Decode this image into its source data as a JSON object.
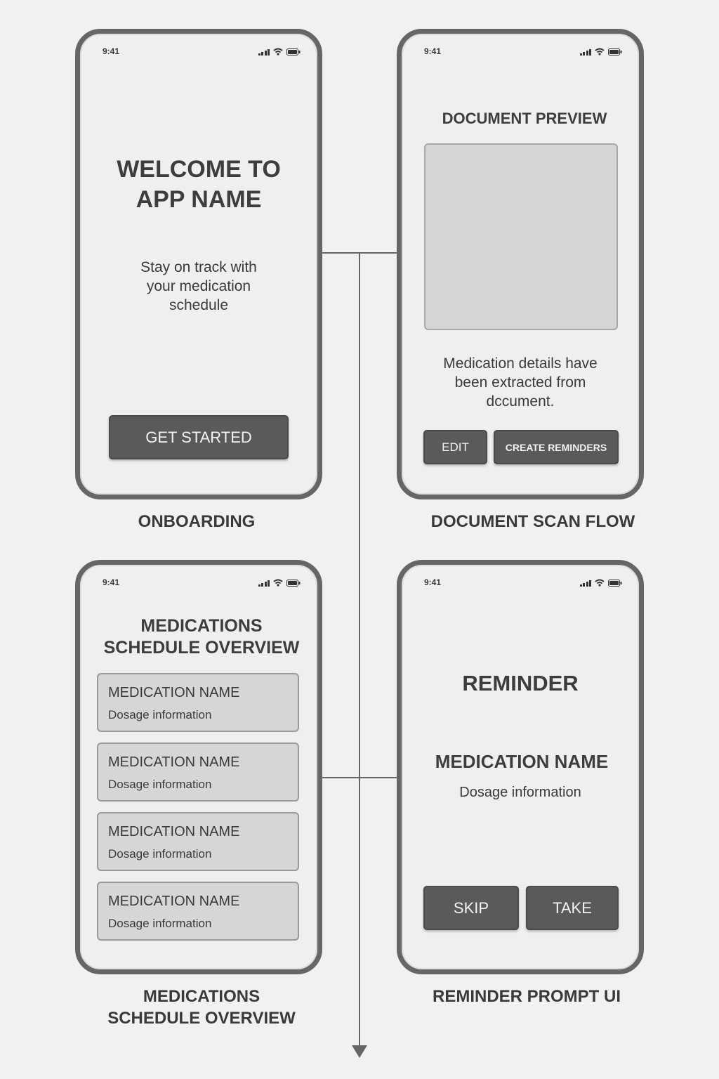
{
  "status_time": "9:41",
  "onboarding": {
    "title_line1": "WELCOME TO",
    "title_line2": "APP NAME",
    "subtitle_line1": "Stay on track with",
    "subtitle_line2": "your medication",
    "subtitle_line3": "schedule",
    "button_label": "GET STARTED",
    "caption": "ONBOARDING"
  },
  "document_scan": {
    "title": "DOCUMENT PREVIEW",
    "message_line1": "Medication details have",
    "message_line2": "been extracted from",
    "message_line3": "dccument.",
    "edit_label": "EDIT",
    "create_label": "CREATE REMINDERS",
    "caption": "DOCUMENT SCAN FLOW"
  },
  "schedule": {
    "title_line1": "MEDICATIONS",
    "title_line2": "SCHEDULE OVERVIEW",
    "items": [
      {
        "name": "MEDICATION NAME",
        "dosage": "Dosage information"
      },
      {
        "name": "MEDICATION NAME",
        "dosage": "Dosage information"
      },
      {
        "name": "MEDICATION NAME",
        "dosage": "Dosage information"
      },
      {
        "name": "MEDICATION NAME",
        "dosage": "Dosage information"
      }
    ],
    "caption_line1": "MEDICATIONS",
    "caption_line2": "SCHEDULE OVERVIEW"
  },
  "reminder": {
    "title": "REMINDER",
    "med_name": "MEDICATION NAME",
    "dosage": "Dosage information",
    "skip_label": "SKIP",
    "take_label": "TAKE",
    "caption": "REMINDER PROMPT UI"
  },
  "colors": {
    "frame": "#666666",
    "button": "#5a5a5a",
    "card": "#d6d6d6",
    "background": "#f1f1f1"
  }
}
